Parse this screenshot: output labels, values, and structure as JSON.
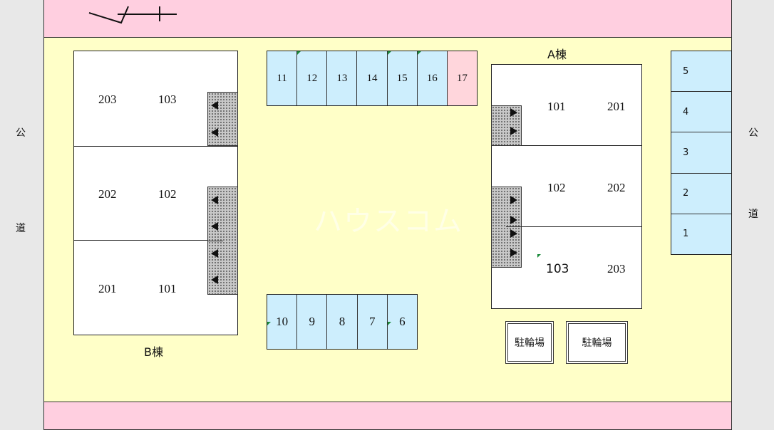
{
  "road": {
    "left_char1": "公",
    "left_char2": "道",
    "right_char1": "公",
    "right_char2": "道"
  },
  "building_a": {
    "name": "A棟",
    "units": [
      "101",
      "201",
      "102",
      "202",
      "103",
      "203"
    ]
  },
  "building_b": {
    "name": "B棟",
    "units": [
      "203",
      "103",
      "202",
      "102",
      "201",
      "101"
    ]
  },
  "parking_top": [
    "11",
    "12",
    "13",
    "14",
    "15",
    "16",
    "17"
  ],
  "parking_bottom": [
    "10",
    "9",
    "8",
    "7",
    "6"
  ],
  "parking_right": [
    "5",
    "4",
    "3",
    "2",
    "1"
  ],
  "bike_parking": {
    "label1": "駐輪場",
    "label2": "駐輪場"
  },
  "watermark": "ハウスコム",
  "colors": {
    "band": "#ffcfe0",
    "yard": "#ffffc8",
    "parking": "#cdeefd",
    "highlight": "#ffd6dc",
    "mark": "#1a8a3a"
  }
}
